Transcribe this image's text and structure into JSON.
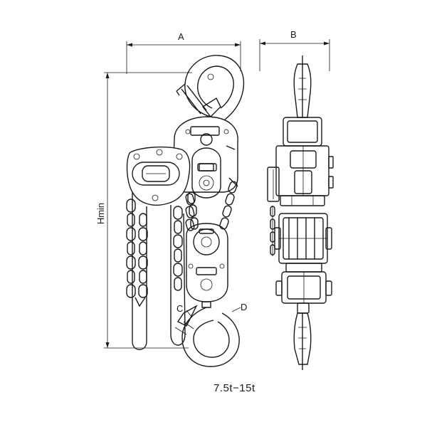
{
  "labels": {
    "dim_a": "A",
    "dim_b": "B",
    "dim_hmin": "Hmin",
    "dim_c": "C",
    "dim_d": "D"
  },
  "caption": "7.5t−15t"
}
